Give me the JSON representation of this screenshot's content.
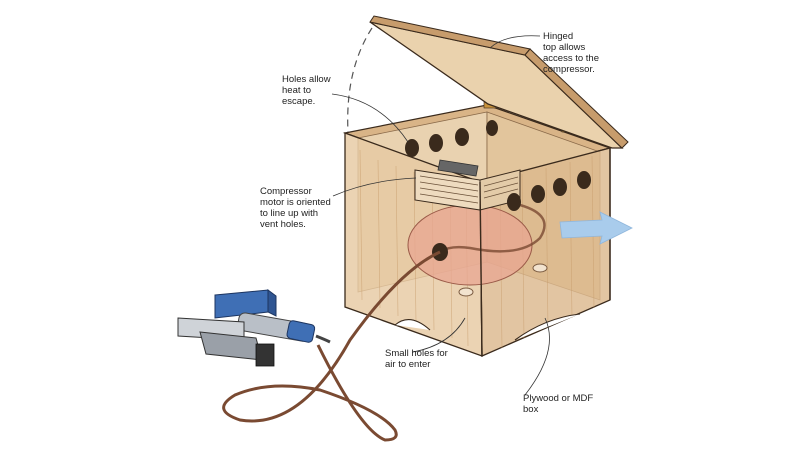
{
  "callouts": {
    "hinged_top": "Hinged\ntop allows\naccess to the\ncompressor.",
    "holes_heat": "Holes allow\nheat to\nescape.",
    "motor": "Compressor\nmotor is oriented\nto line up with\nvent holes.",
    "small_holes": "Small holes for\nair to enter",
    "box": "Plywood or MDF\nbox"
  },
  "colors": {
    "wood_front": "#e7c9a2",
    "wood_side": "#dcb88e",
    "wood_lid": "#ead2ad",
    "wood_edge": "#c79c6c",
    "outline": "#3a2a1c",
    "tank": "#e8a592",
    "hose": "#7a4a32",
    "nailer_blue": "#3f6fb5",
    "airflow_arrow": "#a9ccec",
    "leader": "#333333"
  },
  "icons": {
    "airflow": "airflow-arrow-icon",
    "hinge": "hinge-icon",
    "nailer": "nail-gun-icon"
  }
}
